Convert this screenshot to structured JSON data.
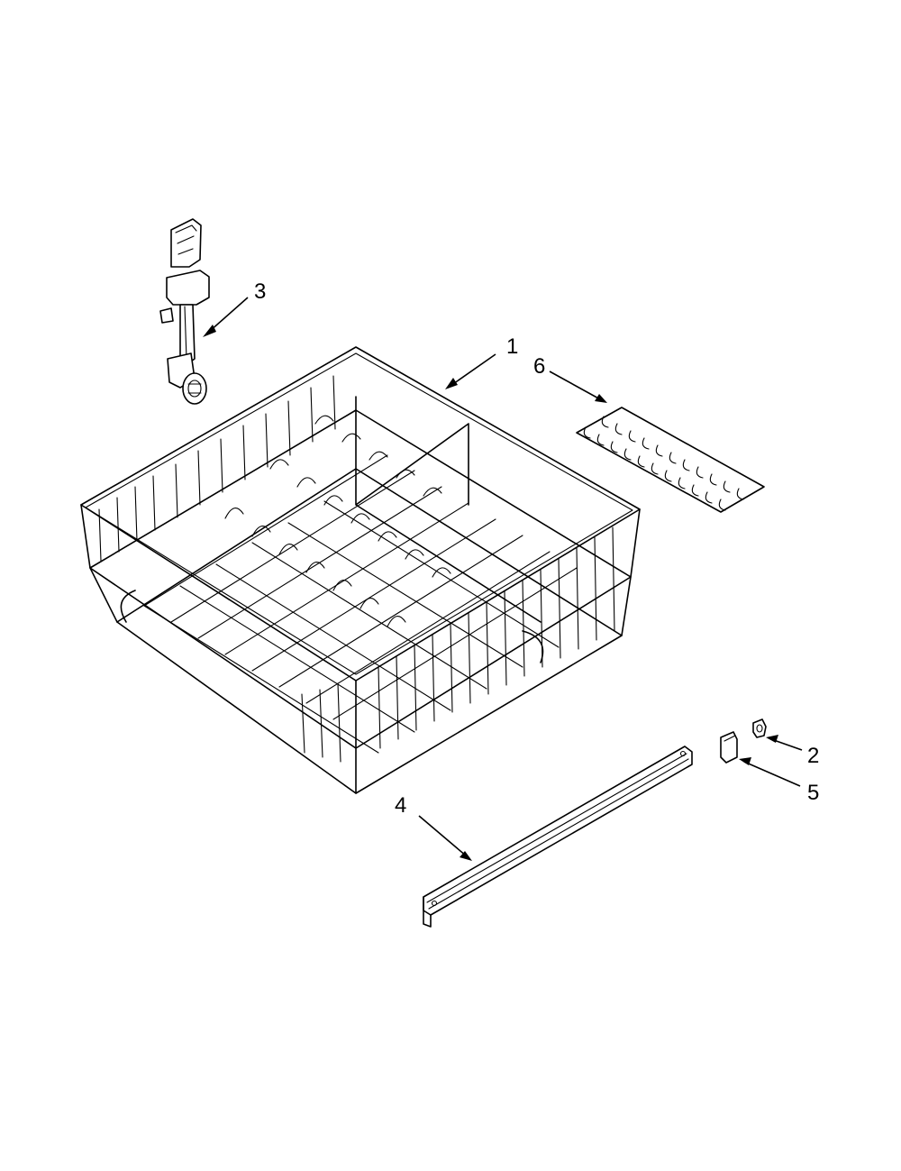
{
  "callouts": [
    {
      "id": "1",
      "label": "1"
    },
    {
      "id": "2",
      "label": "2"
    },
    {
      "id": "3",
      "label": "3"
    },
    {
      "id": "4",
      "label": "4"
    },
    {
      "id": "5",
      "label": "5"
    },
    {
      "id": "6",
      "label": "6"
    }
  ],
  "parts": [
    {
      "callout": "1",
      "icon": "dish-rack-icon"
    },
    {
      "callout": "2",
      "icon": "clip-icon"
    },
    {
      "callout": "3",
      "icon": "rack-adjuster-icon"
    },
    {
      "callout": "4",
      "icon": "rack-rail-icon"
    },
    {
      "callout": "5",
      "icon": "end-cap-icon"
    },
    {
      "callout": "6",
      "icon": "tine-row-icon"
    }
  ]
}
